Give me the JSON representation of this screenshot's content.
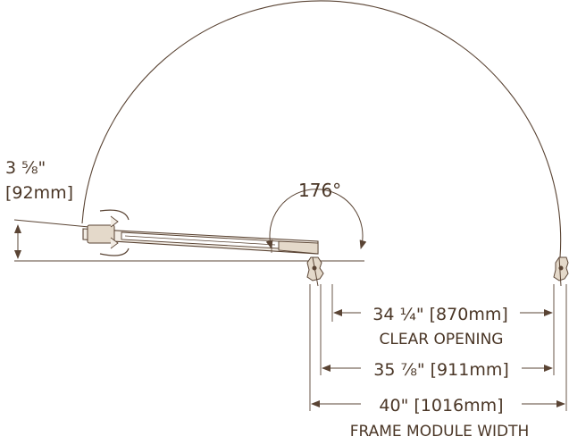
{
  "diagram": {
    "colors": {
      "line": "#5a4434",
      "text": "#4a3626",
      "fill_light": "#f2ece4",
      "fill_mid": "#e4d9ca"
    },
    "labels": {
      "offset_fraction": "3 ⅝\"",
      "offset_mm": "[92mm]",
      "swing_angle": "176°",
      "clear_opening_dim": "34 ¼\" [870mm]",
      "clear_opening_caption": "CLEAR OPENING",
      "mid_dim": "35 ⅞\" [911mm]",
      "frame_dim": "40\" [1016mm]",
      "frame_caption": "FRAME MODULE WIDTH"
    }
  }
}
